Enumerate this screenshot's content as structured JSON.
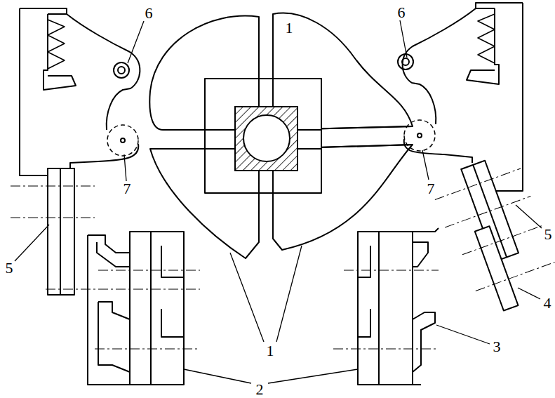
{
  "diagram": {
    "labels": [
      "6",
      "6",
      "1",
      "7",
      "7",
      "5",
      "5",
      "4",
      "1",
      "3",
      "2"
    ]
  }
}
